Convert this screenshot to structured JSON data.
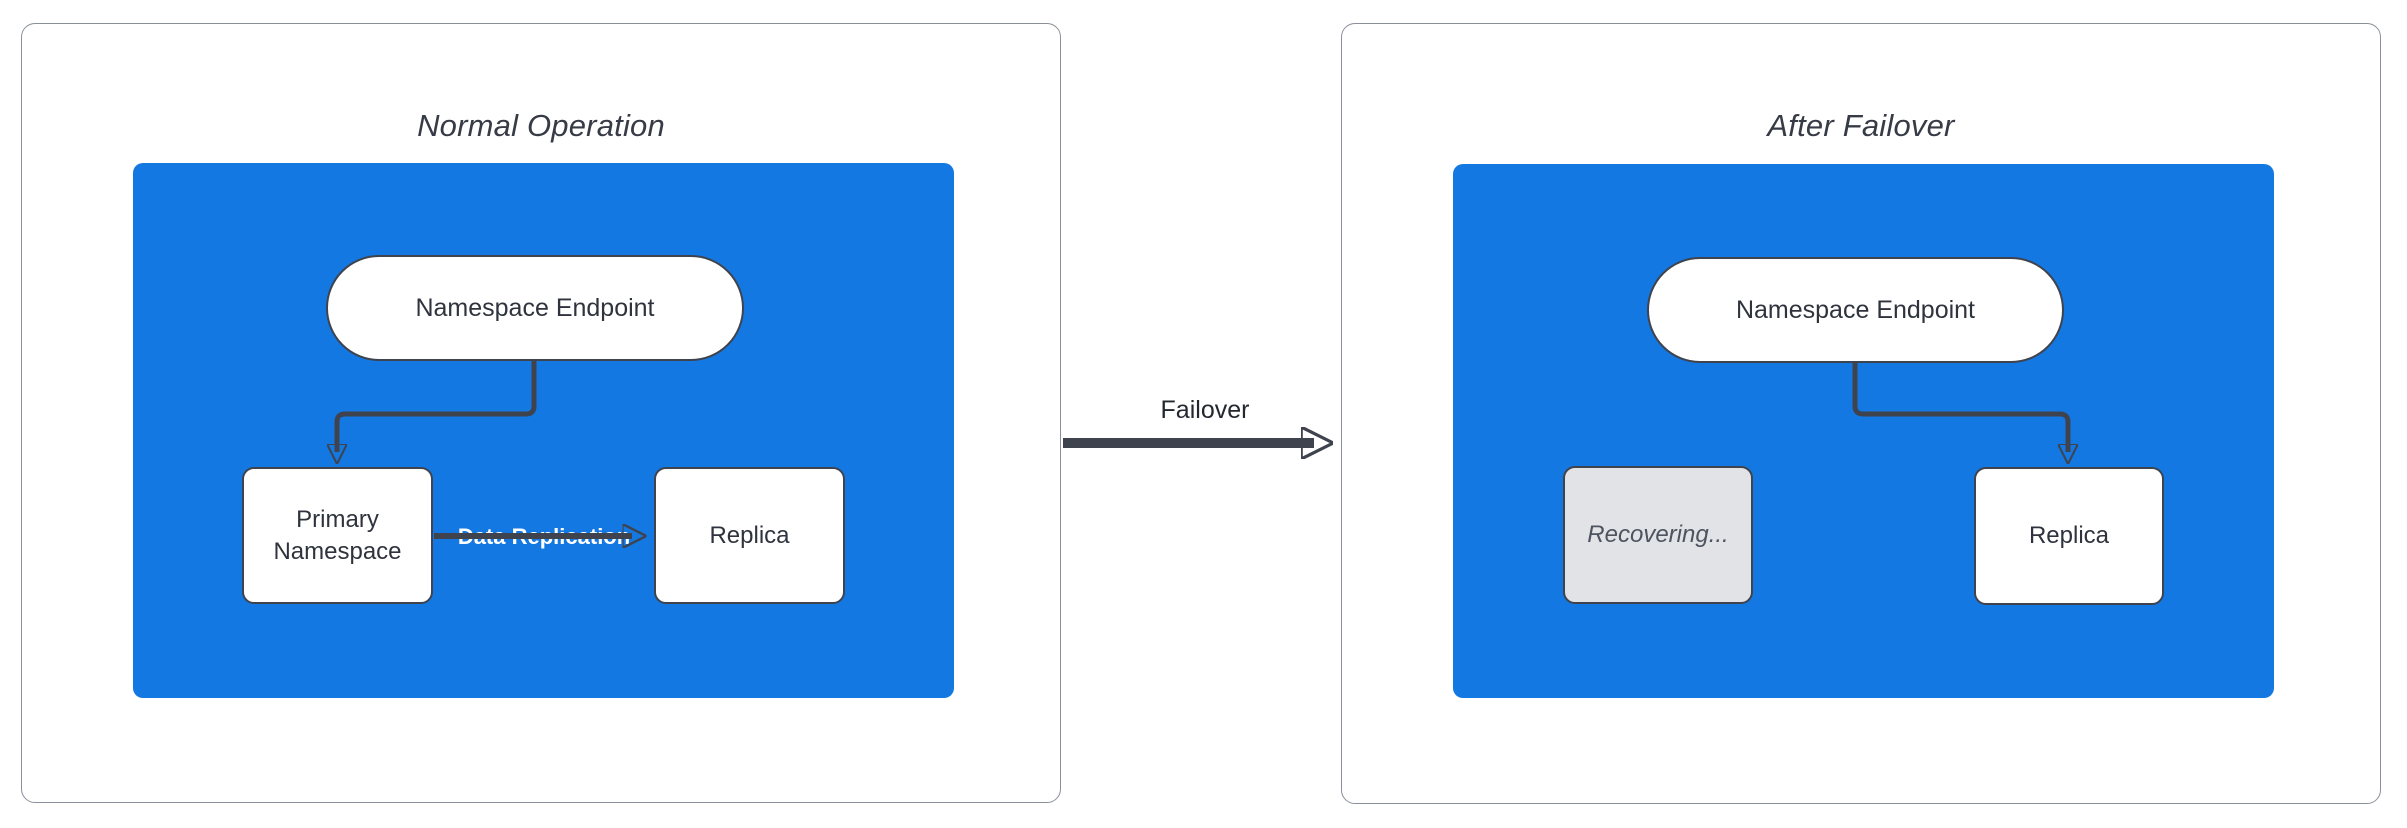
{
  "colors": {
    "blue_fill": "#1478e2",
    "stroke_dark": "#3e434d",
    "panel_border": "#8a9099",
    "panel_fill": "#ffffff",
    "node_fill": "#ffffff",
    "gray_fill": "#e2e3e6",
    "title_text": "#363b45",
    "node_text": "#2e333d",
    "recovering_text": "#4d5460",
    "edge_label_text": "#ffffff",
    "transition_text": "#23272f"
  },
  "panels": [
    {
      "title": "Normal Operation",
      "endpoint_label": "Namespace Endpoint",
      "primary_label": "Primary Namespace",
      "replica_label": "Replica",
      "edge_label": "Data Replication"
    },
    {
      "title": "After Failover",
      "endpoint_label": "Namespace Endpoint",
      "recovering_label": "Recovering...",
      "replica_label": "Replica"
    }
  ],
  "transition": {
    "label": "Failover"
  }
}
